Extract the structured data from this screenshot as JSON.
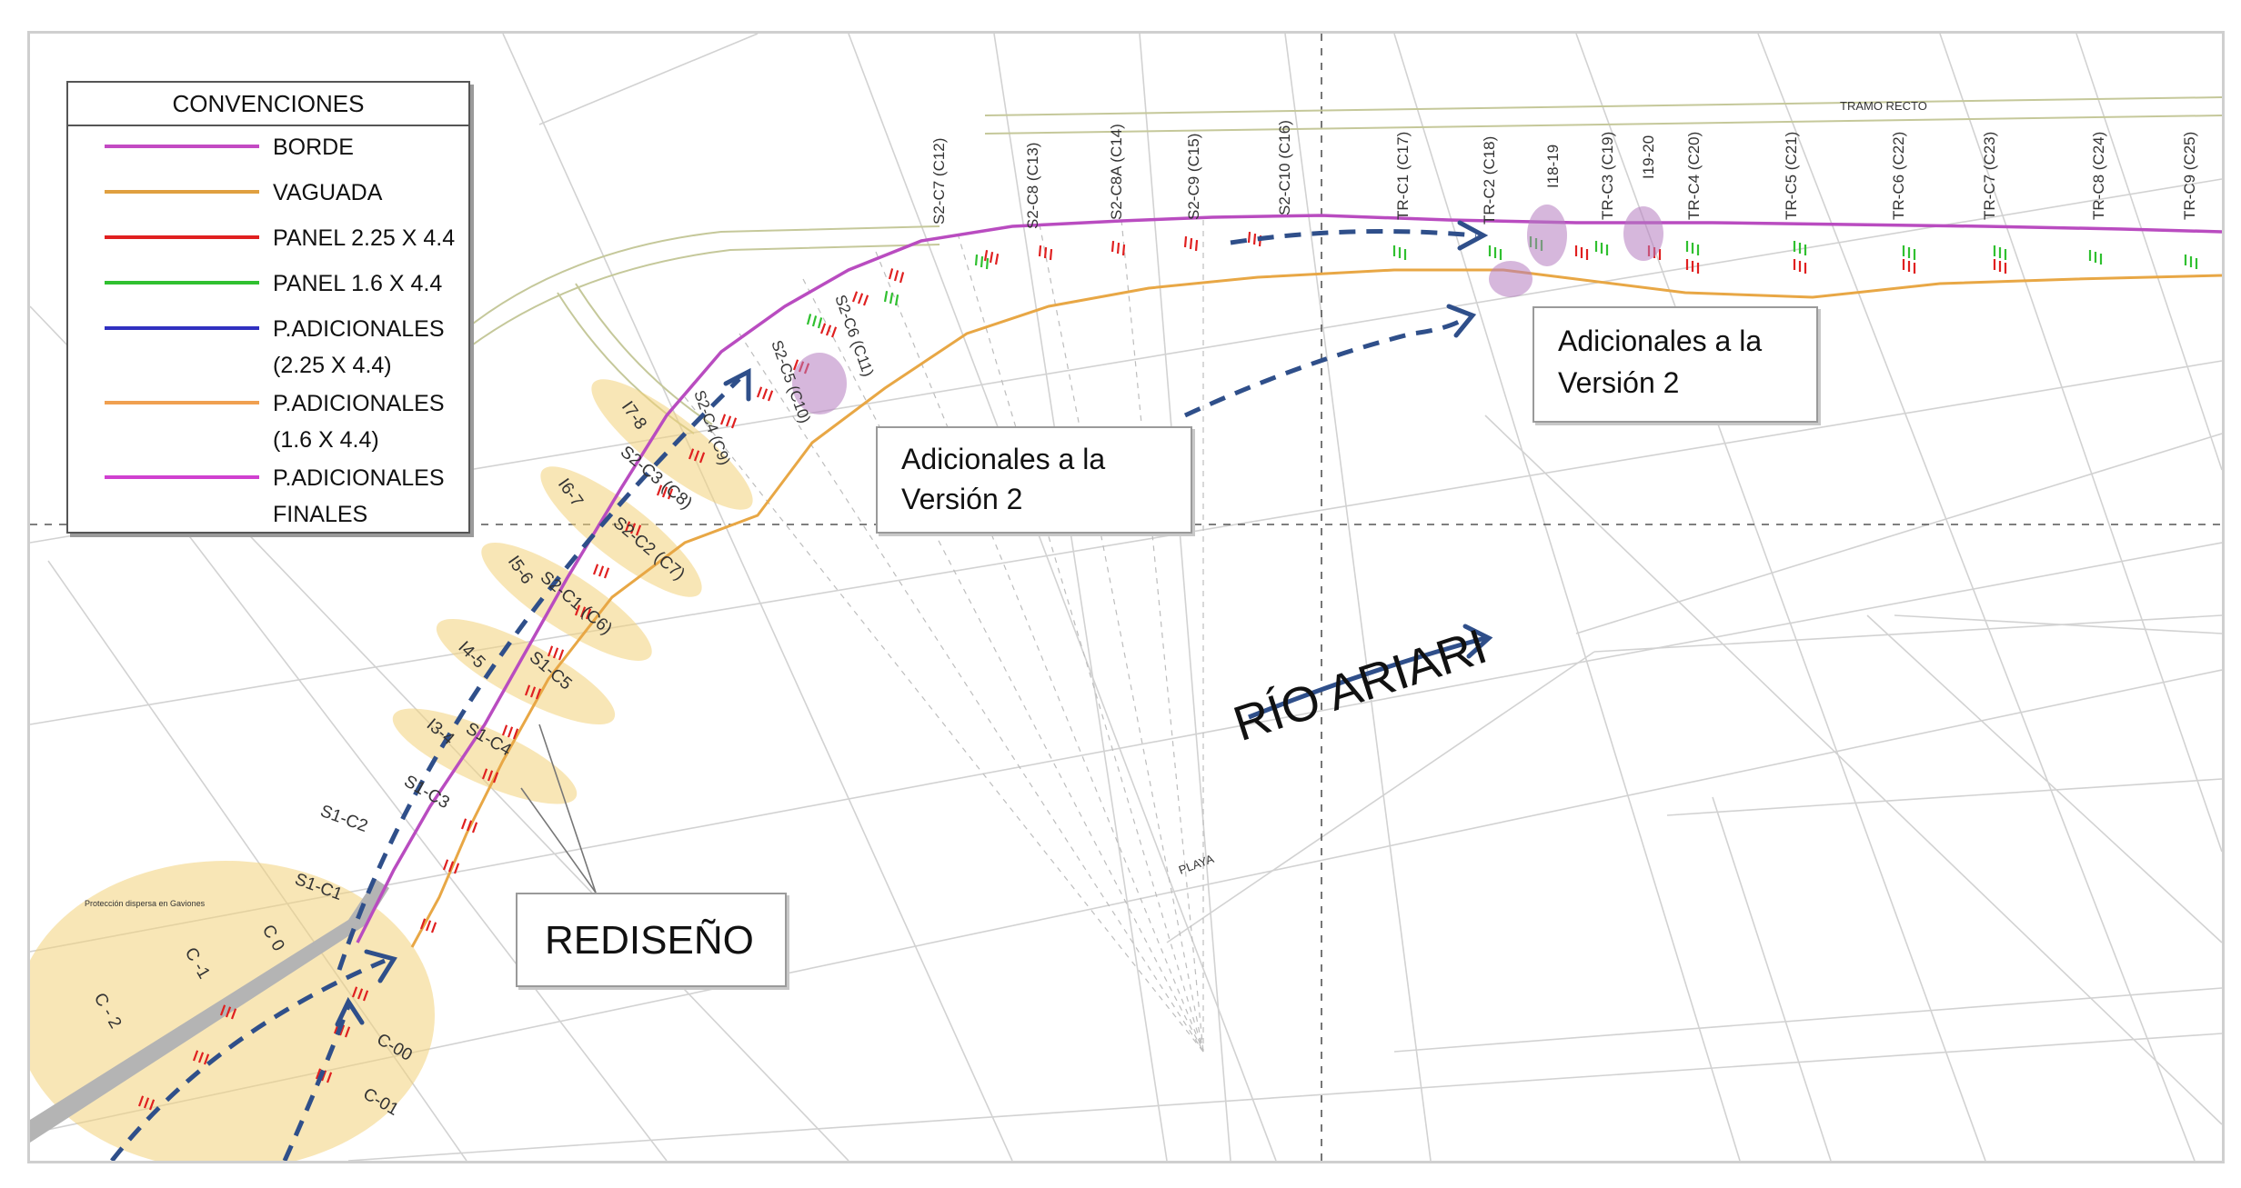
{
  "legend": {
    "title": "CONVENCIONES",
    "items": [
      {
        "label": "BORDE",
        "color": "#c34ac3"
      },
      {
        "label": "VAGUADA",
        "color": "#e0a040"
      },
      {
        "label": "PANEL 2.25 X 4.4",
        "color": "#e02020"
      },
      {
        "label": "PANEL 1.6 X 4.4",
        "color": "#30c030"
      },
      {
        "label": "P.ADICIONALES",
        "label2": "(2.25 X 4.4)",
        "color": "#3030c0"
      },
      {
        "label": "P.ADICIONALES",
        "label2": "(1.6 X 4.4)",
        "color": "#f0a050"
      },
      {
        "label": "P.ADICIONALES",
        "label2": "FINALES",
        "color": "#d040d0"
      }
    ]
  },
  "callouts": {
    "version2_left": {
      "line1": "Adicionales a la",
      "line2": "Versión 2"
    },
    "version2_right": {
      "line1": "Adicionales a la",
      "line2": "Versión 2"
    },
    "rediseno": "REDISEÑO"
  },
  "river_label": "RÍO ARIARI",
  "map_labels": {
    "tramo_recto": "TRAMO RECTO",
    "playa": "PLAYA",
    "proteccion": "Protección dispersa en Gaviones",
    "section_labels_top": [
      "S2-C4 (C9)",
      "S2-C5 (C10)",
      "S2-C6 (C11)",
      "S2-C7 (C12)",
      "S2-C8 (C13)",
      "S2-C8A (C14)",
      "S2-C9 (C15)",
      "S2-C10 (C16)",
      "TR-C1 (C17)",
      "TR-C2 (C18)",
      "I18-19",
      "TR-C3 (C19)",
      "I19-20",
      "TR-C4 (C20)",
      "TR-C5 (C21)",
      "TR-C6 (C22)",
      "TR-C7 (C23)",
      "TR-C8 (C24)",
      "TR-C9 (C25)"
    ],
    "section_labels_bend": [
      "I7-8",
      "S2-C3 (C8)",
      "I6-7",
      "S2-C2 (C7)",
      "I5-6",
      "S2-C1 (C6)",
      "I4-5",
      "S1-C5",
      "I3-4",
      "S1-C4",
      "S1-C3",
      "S1-C2",
      "S1-C1"
    ],
    "section_labels_bottom": [
      "C 0",
      "C -1",
      "C - 2",
      "C-00",
      "C-01"
    ]
  },
  "colors": {
    "borde": "#b94cc0",
    "vaguada": "#e8a745",
    "panel_red": "#e02020",
    "panel_green": "#30c030",
    "arrow": "#2f4f8a",
    "ellipse_yellow": "#f2d27a",
    "ellipse_purple": "#b57cc0",
    "grid": "#cfcfcf"
  }
}
